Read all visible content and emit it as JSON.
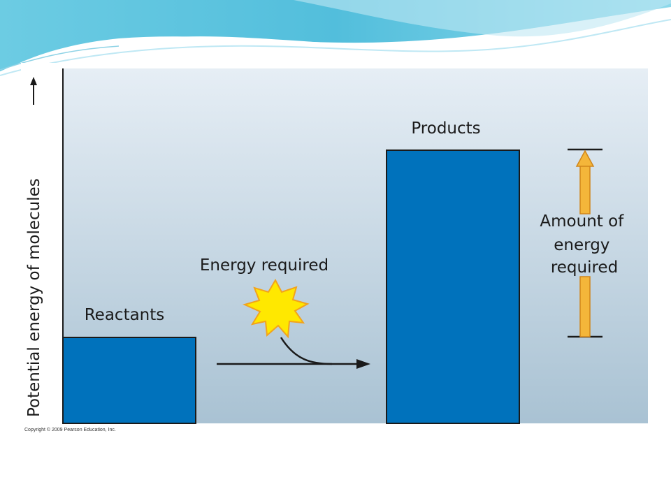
{
  "diagram": {
    "y_axis_label": "Potential energy of molecules",
    "reactants_label": "Reactants",
    "products_label": "Products",
    "energy_required_label": "Energy required",
    "amount_label_lines": [
      "Amount of",
      "energy",
      "required"
    ],
    "copyright": "Copyright © 2009 Pearson Education, Inc."
  },
  "colors": {
    "bar_fill": "#0072bc",
    "bar_stroke": "#1a1a1a",
    "background_top": "#e4ecf4",
    "background_bottom": "#a9c2d3",
    "arrow_fill": "#f4b63a",
    "arrow_stroke": "#d0851a",
    "burst_fill": "#ffe800",
    "burst_stroke": "#f2a31c",
    "banner_primary": "#3fb7d8",
    "banner_light": "#bfe8f4"
  }
}
